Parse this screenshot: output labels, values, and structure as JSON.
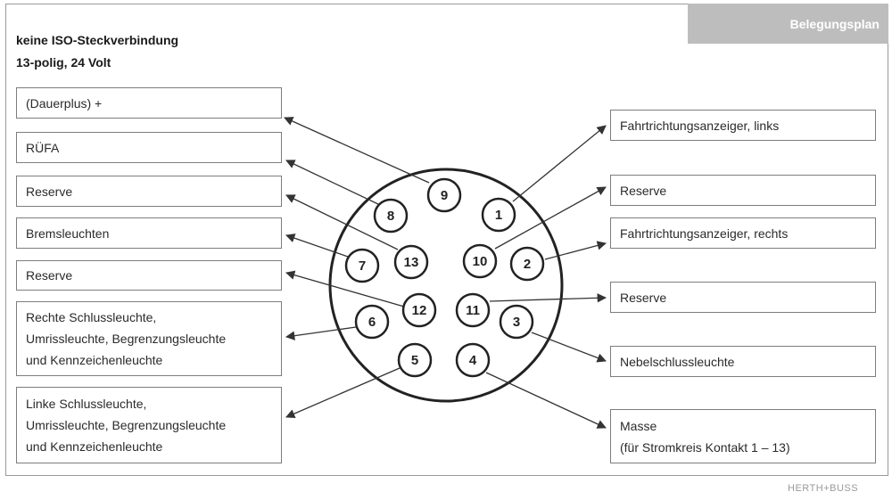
{
  "header": {
    "tag": "Belegungsplan",
    "title_line1": "keine ISO-Steckverbindung",
    "title_line2": "13-polig, 24 Volt"
  },
  "left_labels": [
    {
      "lines": [
        "(Dauerplus) +"
      ]
    },
    {
      "lines": [
        "RÜFA"
      ]
    },
    {
      "lines": [
        "Reserve"
      ]
    },
    {
      "lines": [
        "Bremsleuchten"
      ]
    },
    {
      "lines": [
        "Reserve"
      ]
    },
    {
      "lines": [
        "Rechte Schlussleuchte,",
        "Umrissleuchte, Begrenzungsleuchte",
        "und Kennzeichenleuchte"
      ]
    },
    {
      "lines": [
        "Linke Schlussleuchte,",
        "Umrissleuchte, Begrenzungsleuchte",
        "und Kennzeichenleuchte"
      ]
    }
  ],
  "right_labels": [
    {
      "lines": [
        "Fahrtrichtungsanzeiger, links"
      ]
    },
    {
      "lines": [
        "Reserve"
      ]
    },
    {
      "lines": [
        "Fahrtrichtungsanzeiger, rechts"
      ]
    },
    {
      "lines": [
        "Reserve"
      ]
    },
    {
      "lines": [
        "Nebelschlussleuchte"
      ]
    },
    {
      "lines": [
        "Masse",
        "(für Stromkreis Kontakt 1 – 13)"
      ]
    }
  ],
  "pins": [
    "1",
    "2",
    "3",
    "4",
    "5",
    "6",
    "7",
    "8",
    "9",
    "10",
    "11",
    "12",
    "13"
  ],
  "footer": {
    "logo": "HERTH+BUSS"
  }
}
